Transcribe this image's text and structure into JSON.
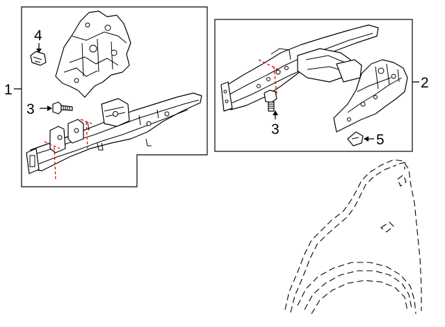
{
  "callouts": {
    "c1": "1",
    "c2": "2",
    "c3a": "3",
    "c3b": "3",
    "c4": "4",
    "c5": "5"
  },
  "colors": {
    "cut_line": "#e00000",
    "line": "#000000",
    "background": "#ffffff"
  },
  "parts": {
    "left_assembly": "front-side-member-assembly-left",
    "right_assembly": "front-side-member-assembly-right",
    "bolt": "bolt",
    "bracket": "bracket",
    "clip": "clip",
    "fender": "fender-reference-outline"
  }
}
